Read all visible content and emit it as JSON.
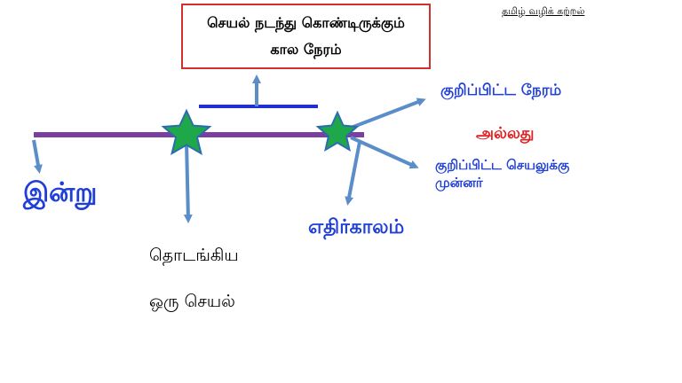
{
  "brand": "தமிழ் வழிக் கற்றல்",
  "box": {
    "line1": "செயல் நடந்து கொண்டிருக்கும்",
    "line2": "கால நேரம்"
  },
  "labels": {
    "today": "இன்று",
    "started_line1": "தொடங்கிய",
    "started_line2": "ஒரு செயல்",
    "future": "எதிர்காலம்",
    "specific_time": "குறிப்பிட்ட நேரம்",
    "or_word": "அல்லது",
    "before_action_line1": "குறிப்பிட்ட செயலுக்கு",
    "before_action_line2": "முன்னர்"
  },
  "colors": {
    "timeline": "#7b3fa0",
    "interval_bar": "#1f2fd0",
    "arrow": "#5b8ec9",
    "star_fill": "#1ea84a",
    "star_stroke": "#2b6cb0",
    "box_border": "#d0312d",
    "blue_text": "#1f3fd6",
    "red_text": "#e02020"
  }
}
